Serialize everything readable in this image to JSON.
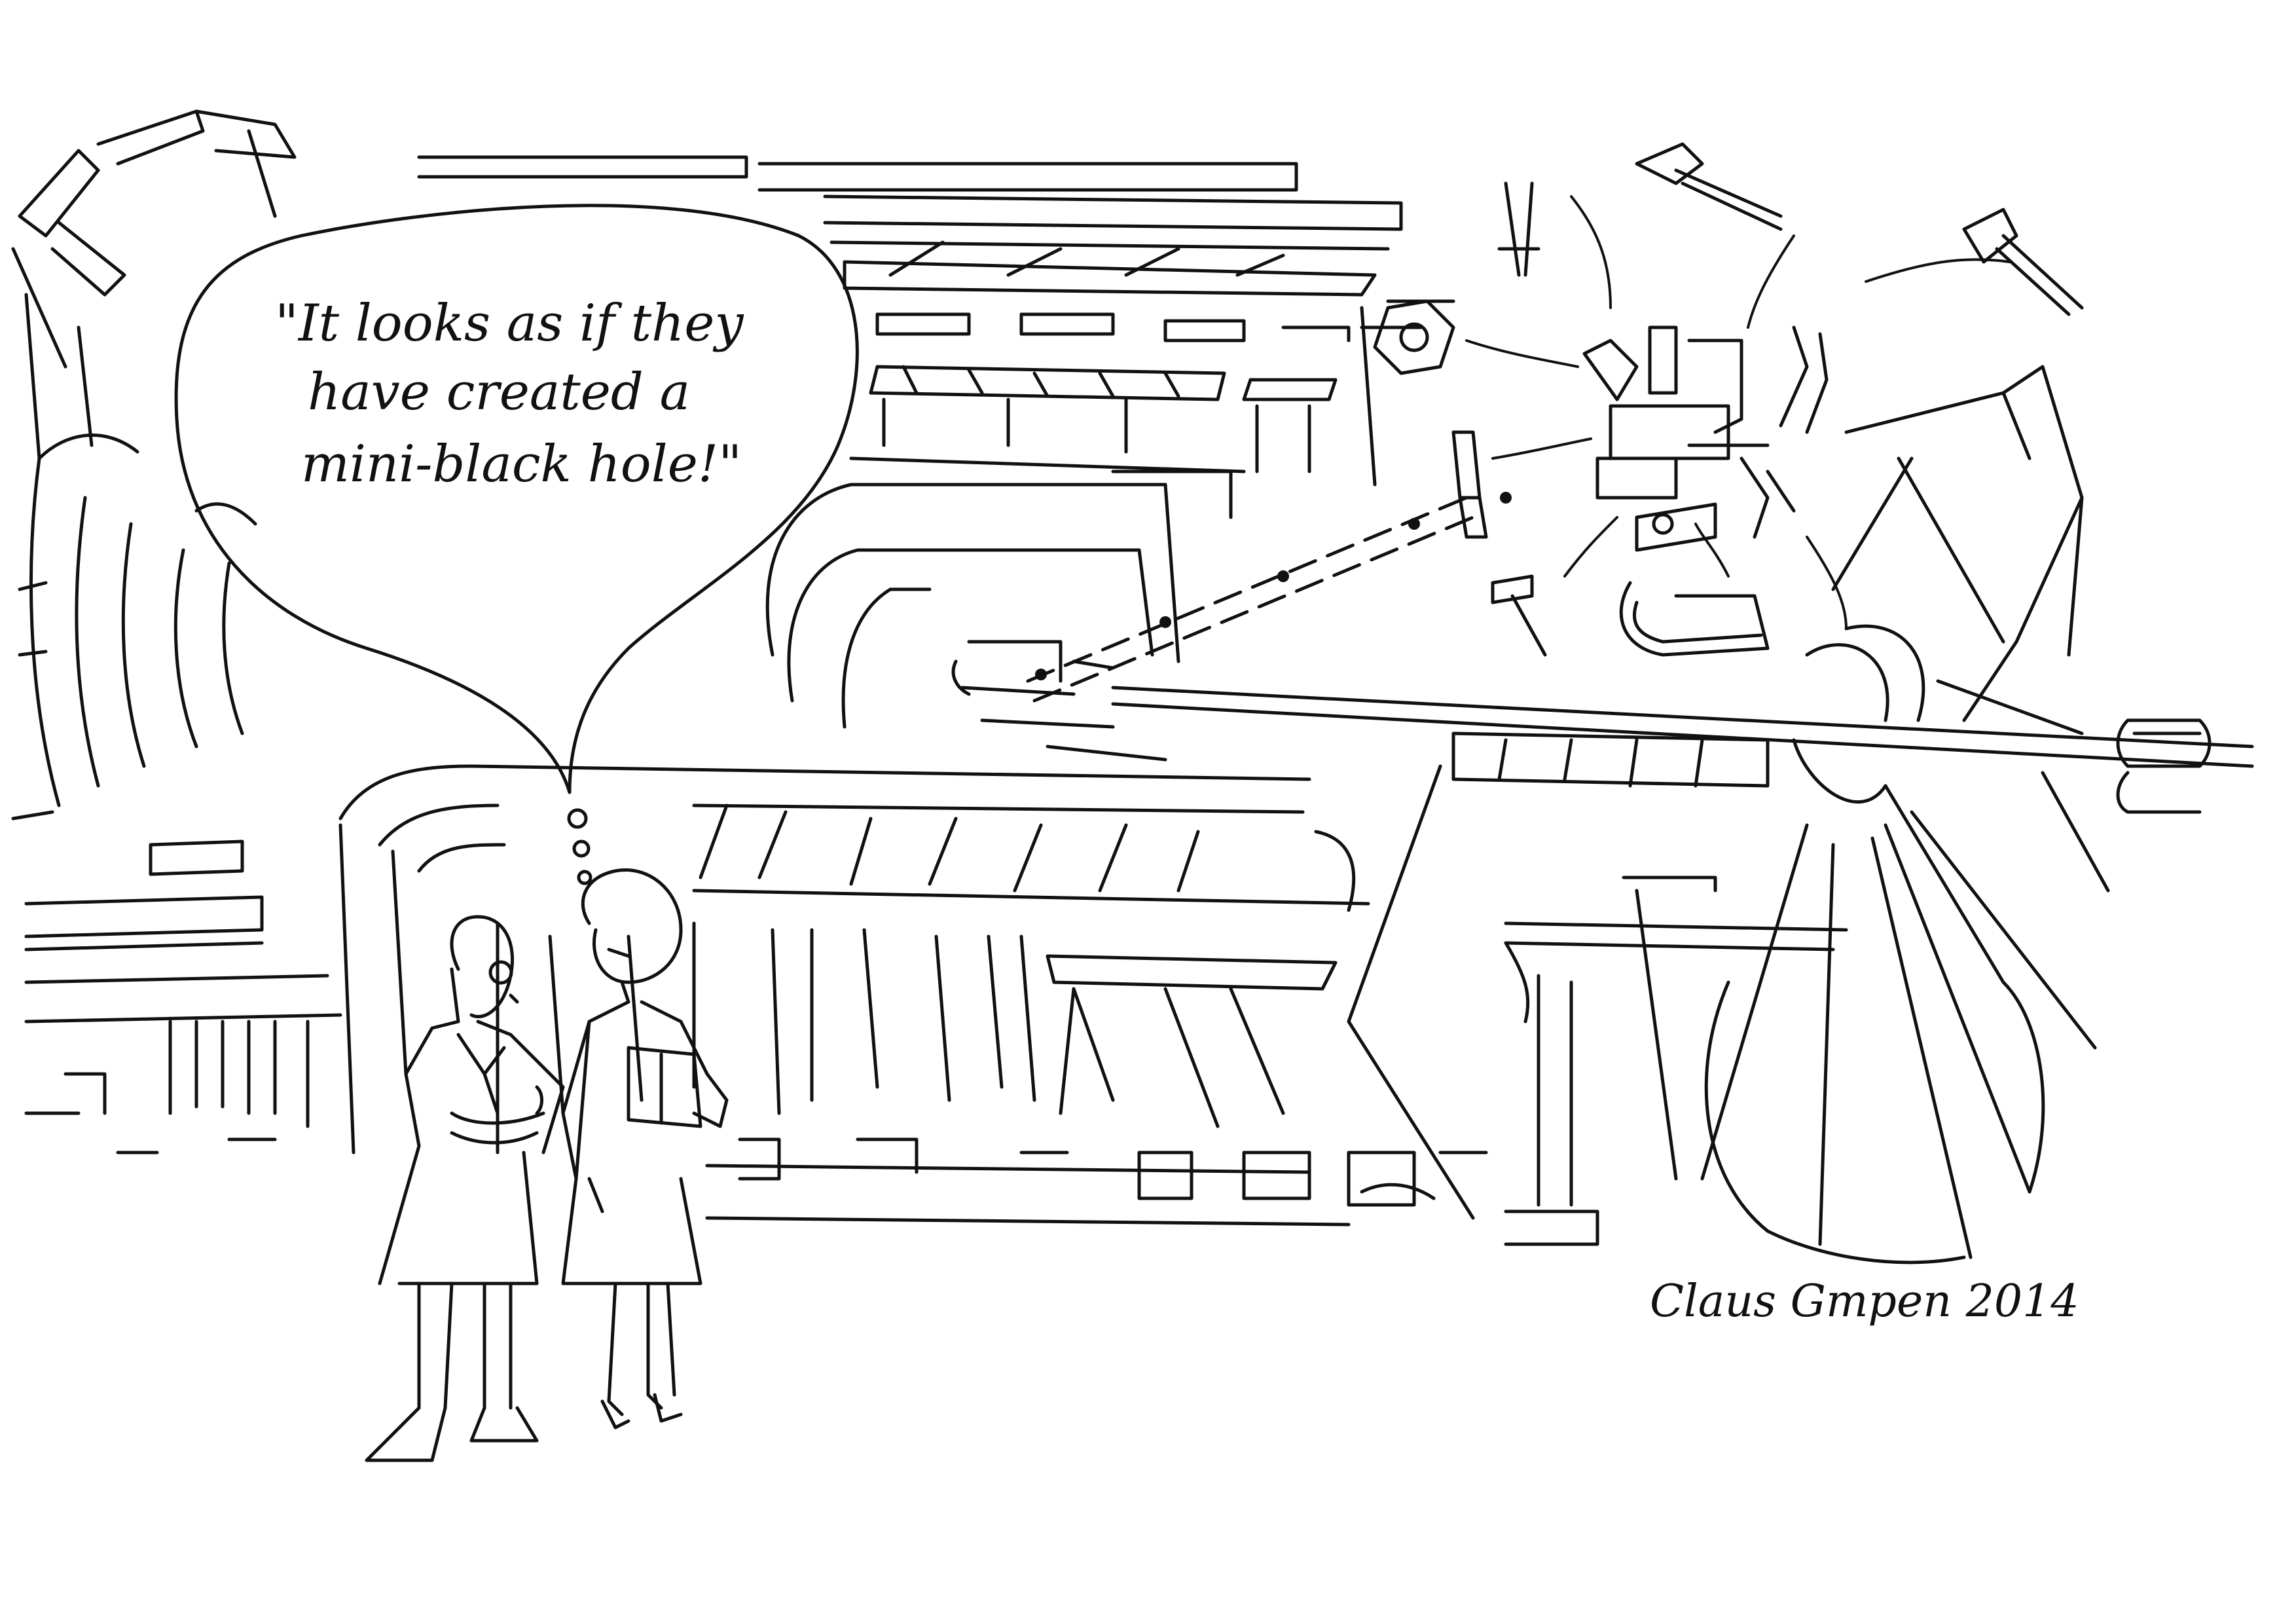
{
  "cartoon": {
    "speech_bubble": {
      "lines": [
        "\"It looks as if they",
        "have created a",
        "mini-black hole!\""
      ]
    },
    "signature": "Claus Gmpen 2014",
    "ink_color": "#111111",
    "background_color": "#ffffff"
  }
}
